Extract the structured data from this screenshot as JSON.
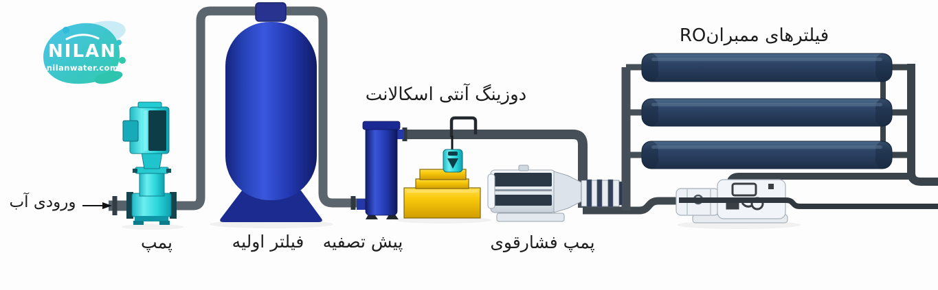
{
  "logo": {
    "brand": "NILAN",
    "website": "nilanwater.com"
  },
  "labels": {
    "water_inlet": "ورودی آب",
    "feed_pump": "پمپ",
    "primary_filter": "فیلتر اولیه",
    "pretreatment": "پیش تصفیه",
    "antiscalant_dosing": "دوزینگ آنتی اسکالانت",
    "high_pressure_pump": "پمپ فشارقوی",
    "ro_membrane_filters": "فیلترهای ممبرانRO"
  },
  "colors": {
    "background": "#fdfdfd",
    "label_text": "#1c1c1c",
    "tank_blue": "#2743c0",
    "pipe_gray": "#4d565f",
    "membrane_navy": "#24364f",
    "pump_cyan": "#2fd9de",
    "dosing_yellow": "#f7c608",
    "logo_teal": "#35c4cf"
  }
}
